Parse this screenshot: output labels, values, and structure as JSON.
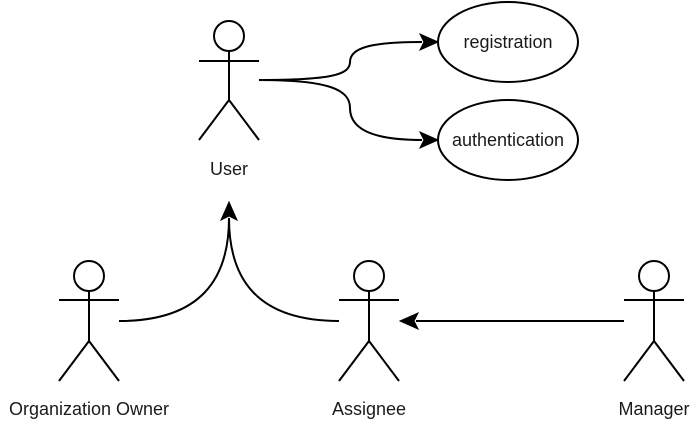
{
  "actors": {
    "user": {
      "label": "User"
    },
    "organization_owner": {
      "label": "Organization Owner"
    },
    "assignee": {
      "label": "Assignee"
    },
    "manager": {
      "label": "Manager"
    }
  },
  "use_cases": {
    "registration": {
      "label": "registration"
    },
    "authentication": {
      "label": "authentication"
    }
  },
  "relations": [
    {
      "from": "user",
      "to": "registration"
    },
    {
      "from": "user",
      "to": "authentication"
    },
    {
      "from": "organization_owner",
      "to": "user"
    },
    {
      "from": "assignee",
      "to": "user"
    },
    {
      "from": "manager",
      "to": "assignee"
    }
  ],
  "colors": {
    "stroke": "#000000",
    "text": "#1a1a1a",
    "background": "#ffffff"
  }
}
